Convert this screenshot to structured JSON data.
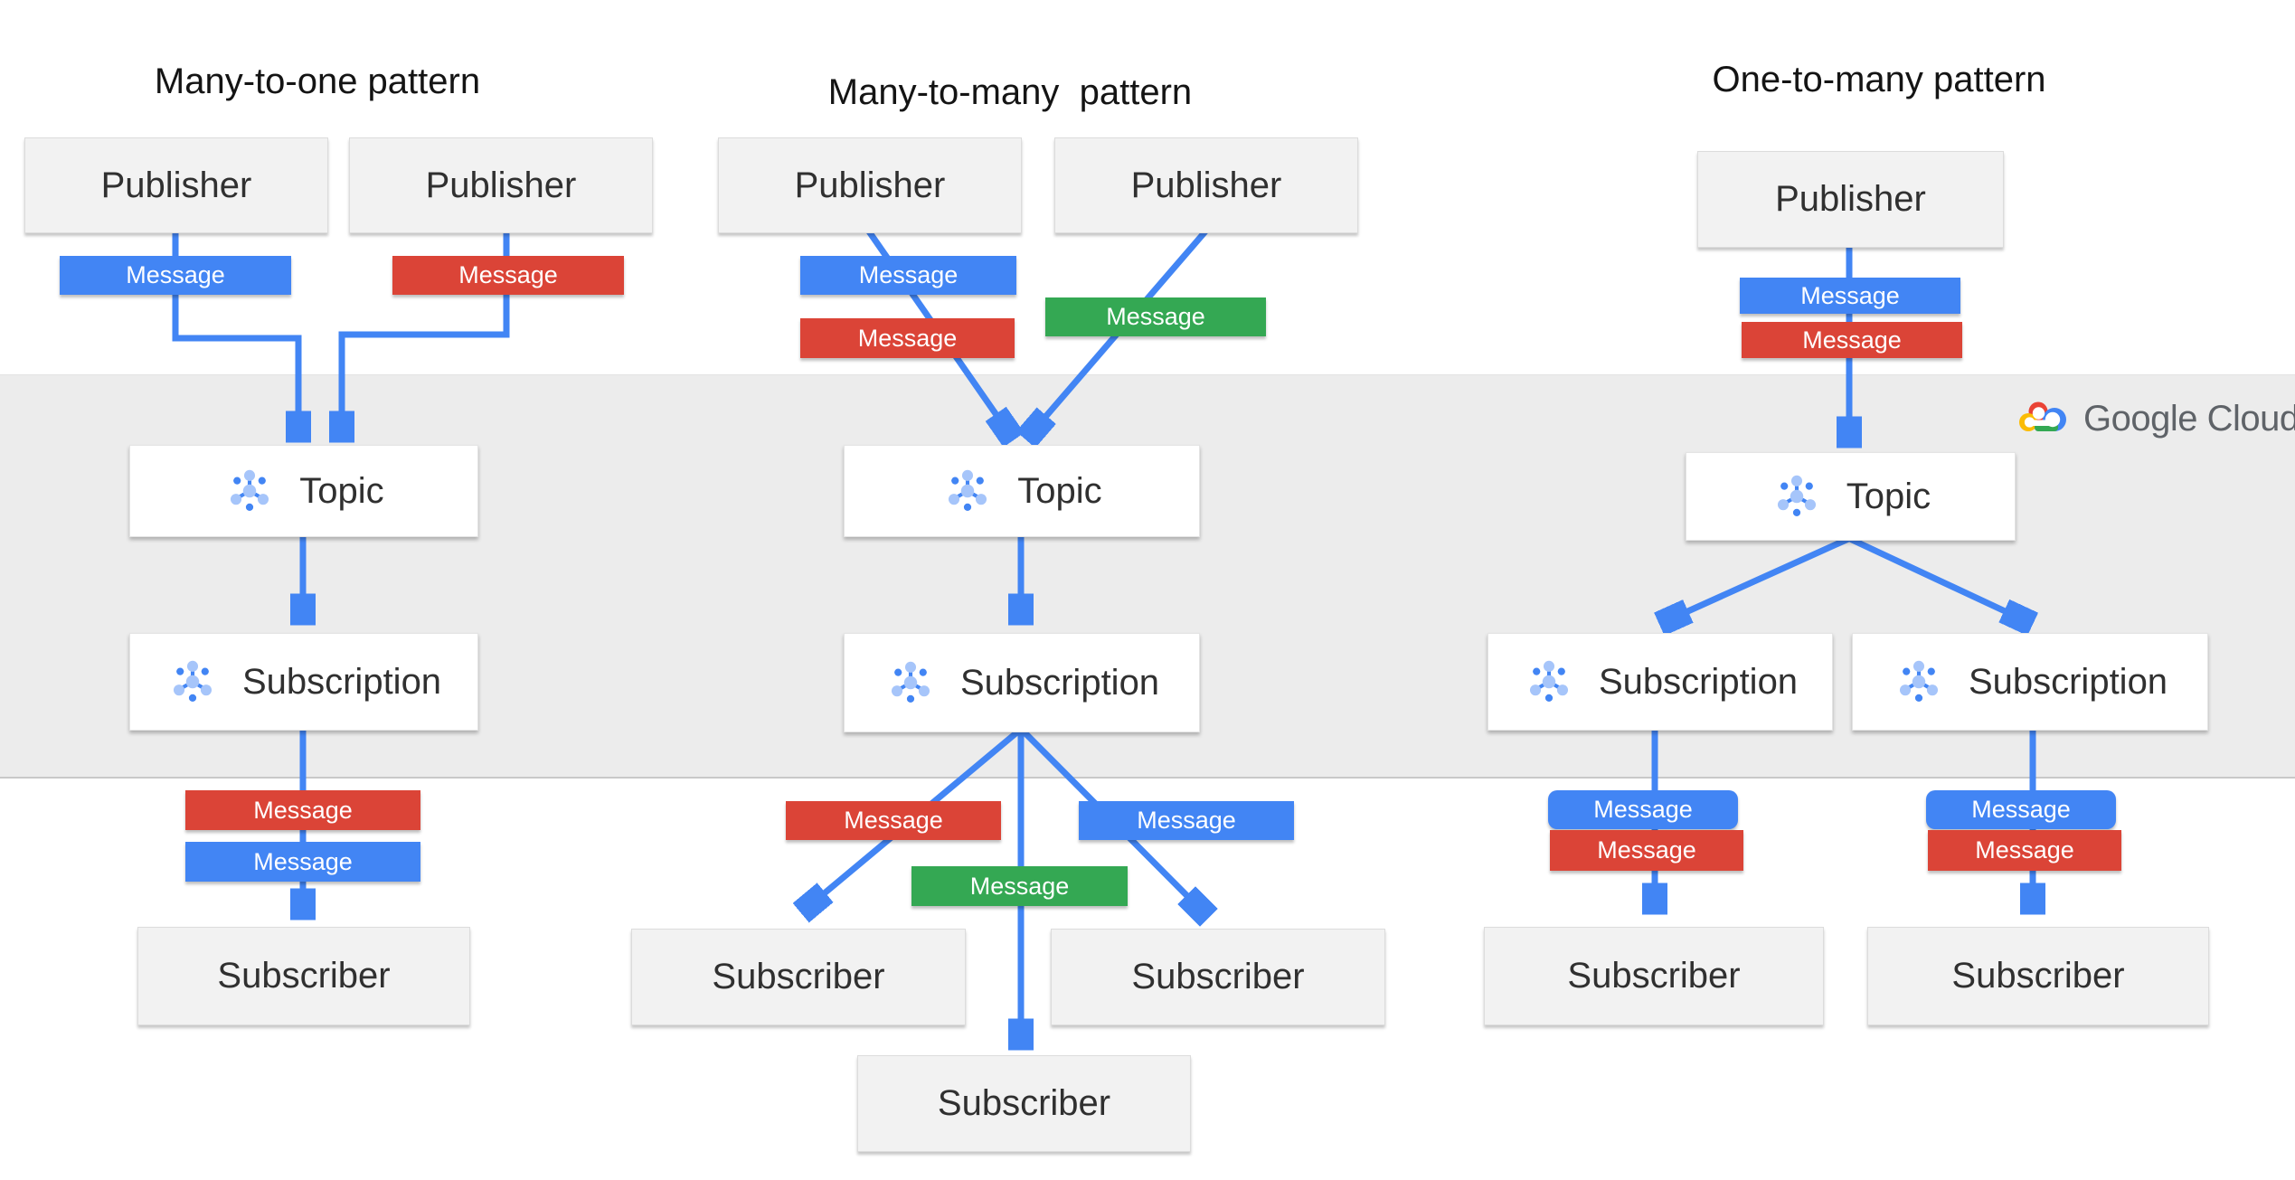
{
  "patterns": [
    {
      "title": "Many-to-one pattern"
    },
    {
      "title": "Many-to-many  pattern"
    },
    {
      "title": "One-to-many pattern"
    }
  ],
  "labels": {
    "publisher": "Publisher",
    "topic": "Topic",
    "subscription": "Subscription",
    "subscriber": "Subscriber",
    "message": "Message"
  },
  "brand": {
    "name": "Google Cloud"
  },
  "colors": {
    "blue": "#4285F4",
    "red": "#DB4437",
    "green": "#34A853",
    "line": "#4285F4",
    "band": "#ECECEC"
  },
  "icons": {
    "pubsub": "pubsub-hub-icon",
    "cloud": "google-cloud-logo"
  }
}
